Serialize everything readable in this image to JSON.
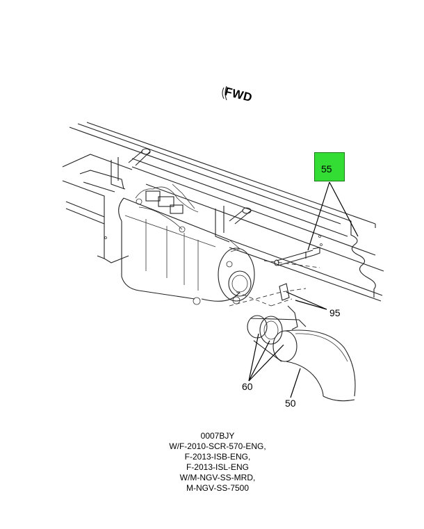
{
  "fwd_label": "FWD",
  "highlight": {
    "label": "55",
    "color": "#33dd33"
  },
  "callouts": {
    "c95": "95",
    "c60": "60",
    "c50": "50"
  },
  "caption": [
    "0007BJY",
    "W/F-2010-SCR-570-ENG,",
    "F-2013-ISB-ENG,",
    "F-2013-ISL-ENG",
    "W/M-NGV-SS-MRD,",
    "M-NGV-SS-7500"
  ]
}
